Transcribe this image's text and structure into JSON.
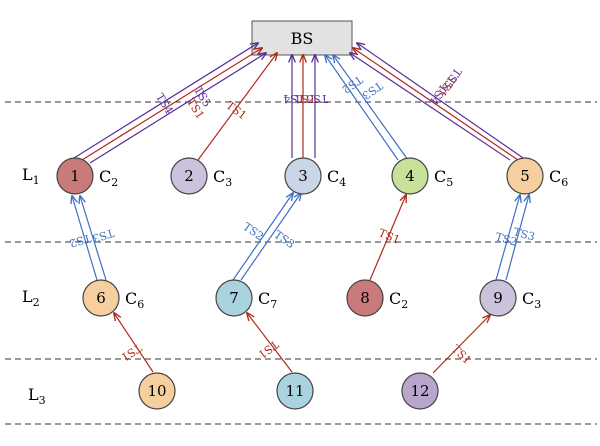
{
  "base_station": {
    "label": "BS"
  },
  "layers": [
    {
      "id": "l1",
      "name": "L",
      "sub": "1"
    },
    {
      "id": "l2",
      "name": "L",
      "sub": "2"
    },
    {
      "id": "l3",
      "name": "L",
      "sub": "3"
    }
  ],
  "nodes": [
    {
      "id": "1",
      "label": "1",
      "color": "#c97b7b",
      "cluster": "C",
      "cluster_sub": "2"
    },
    {
      "id": "2",
      "label": "2",
      "color": "#cbc3dc",
      "cluster": "C",
      "cluster_sub": "3"
    },
    {
      "id": "3",
      "label": "3",
      "color": "#c9d6e8",
      "cluster": "C",
      "cluster_sub": "4"
    },
    {
      "id": "4",
      "label": "4",
      "color": "#c7e09a",
      "cluster": "C",
      "cluster_sub": "5"
    },
    {
      "id": "5",
      "label": "5",
      "color": "#f5cf9e",
      "cluster": "C",
      "cluster_sub": "6"
    },
    {
      "id": "6",
      "label": "6",
      "color": "#f5cf9e",
      "cluster": "C",
      "cluster_sub": "6"
    },
    {
      "id": "7",
      "label": "7",
      "color": "#a9d3df",
      "cluster": "C",
      "cluster_sub": "7"
    },
    {
      "id": "8",
      "label": "8",
      "color": "#c97b7b",
      "cluster": "C",
      "cluster_sub": "2"
    },
    {
      "id": "9",
      "label": "9",
      "color": "#cbc3dc",
      "cluster": "C",
      "cluster_sub": "3"
    },
    {
      "id": "10",
      "label": "10",
      "color": "#f5cf9e",
      "cluster": "",
      "cluster_sub": ""
    },
    {
      "id": "11",
      "label": "11",
      "color": "#a9d3df",
      "cluster": "",
      "cluster_sub": ""
    },
    {
      "id": "12",
      "label": "12",
      "color": "#b8a6cc",
      "cluster": "",
      "cluster_sub": ""
    }
  ],
  "edge_colors": {
    "red": "#b02a1a",
    "blue": "#3f6fc4",
    "purple": "#5b2f9a"
  },
  "edges": [
    {
      "id": "e10-6",
      "from": "10",
      "to": "6",
      "color": "red",
      "label": "TS1"
    },
    {
      "id": "e11-7",
      "from": "11",
      "to": "7",
      "color": "red",
      "label": "TS1"
    },
    {
      "id": "e12-9",
      "from": "12",
      "to": "9",
      "color": "red",
      "label": "TS1"
    },
    {
      "id": "e6-1a",
      "from": "6",
      "to": "1",
      "color": "blue",
      "label": "TS2"
    },
    {
      "id": "e6-1b",
      "from": "6",
      "to": "1",
      "color": "blue",
      "label": "TS3"
    },
    {
      "id": "e7-3a",
      "from": "7",
      "to": "3",
      "color": "blue",
      "label": "TS2"
    },
    {
      "id": "e7-3b",
      "from": "7",
      "to": "3",
      "color": "blue",
      "label": "TS3"
    },
    {
      "id": "e8-4",
      "from": "8",
      "to": "4",
      "color": "red",
      "label": "TS1"
    },
    {
      "id": "e9-5a",
      "from": "9",
      "to": "5",
      "color": "blue",
      "label": "TS2"
    },
    {
      "id": "e9-5b",
      "from": "9",
      "to": "5",
      "color": "blue",
      "label": "TS3"
    },
    {
      "id": "e1-bsa",
      "from": "1",
      "to": "BS",
      "color": "purple",
      "label": "TS4"
    },
    {
      "id": "e1-bsb",
      "from": "1",
      "to": "BS",
      "color": "red",
      "label": "TS1"
    },
    {
      "id": "e1-bsc",
      "from": "1",
      "to": "BS",
      "color": "purple",
      "label": "TS5"
    },
    {
      "id": "e2-bs",
      "from": "2",
      "to": "BS",
      "color": "red",
      "label": "TS1"
    },
    {
      "id": "e3-bsa",
      "from": "3",
      "to": "BS",
      "color": "purple",
      "label": "TS4"
    },
    {
      "id": "e3-bsb",
      "from": "3",
      "to": "BS",
      "color": "red",
      "label": "TS1"
    },
    {
      "id": "e3-bsc",
      "from": "3",
      "to": "BS",
      "color": "purple",
      "label": "TS5"
    },
    {
      "id": "e4-bsa",
      "from": "4",
      "to": "BS",
      "color": "blue",
      "label": "TS2"
    },
    {
      "id": "e4-bsb",
      "from": "4",
      "to": "BS",
      "color": "blue",
      "label": "TS3"
    },
    {
      "id": "e5-bsa",
      "from": "5",
      "to": "BS",
      "color": "purple",
      "label": "TS4"
    },
    {
      "id": "e5-bsb",
      "from": "5",
      "to": "BS",
      "color": "red",
      "label": "TS1"
    },
    {
      "id": "e5-bsc",
      "from": "5",
      "to": "BS",
      "color": "purple",
      "label": "TS5"
    }
  ]
}
